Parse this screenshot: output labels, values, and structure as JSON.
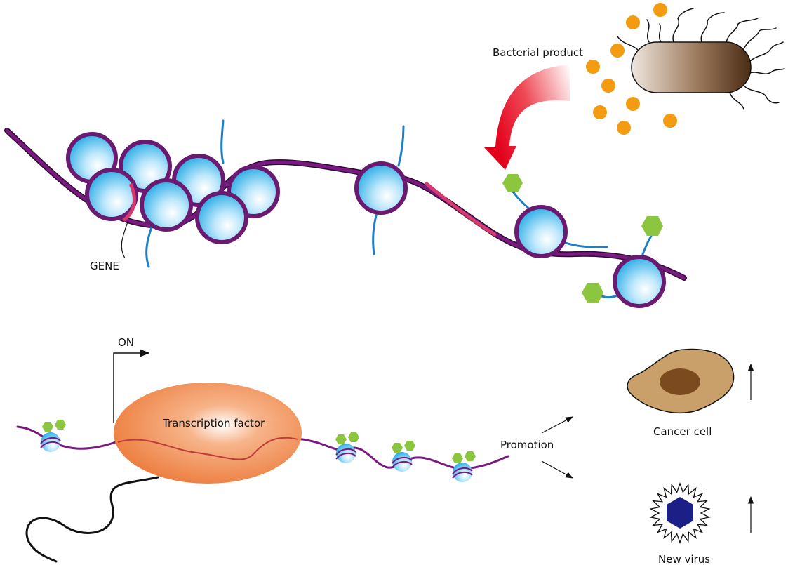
{
  "labels": {
    "bacterial_product": "Bacterial product",
    "gene": "GENE",
    "on": "ON",
    "transcription_factor": "Transcription factor",
    "promotion": "Promotion",
    "cancer_cell": "Cancer cell",
    "new_virus": "New virus"
  },
  "colors": {
    "dna": "#7a1a80",
    "gene_segment": "#d63a6e",
    "histone_tail": "#1f7fc4",
    "acetyl": "#8cc63f",
    "bacterial_product_dot": "#f39c12",
    "arrow_red": "#e3001b",
    "transcription_factor": "#f08a4b",
    "cancer_cell": "#c9a06a",
    "cancer_nucleus": "#7b4a1e",
    "virus": "#1c1f86"
  }
}
